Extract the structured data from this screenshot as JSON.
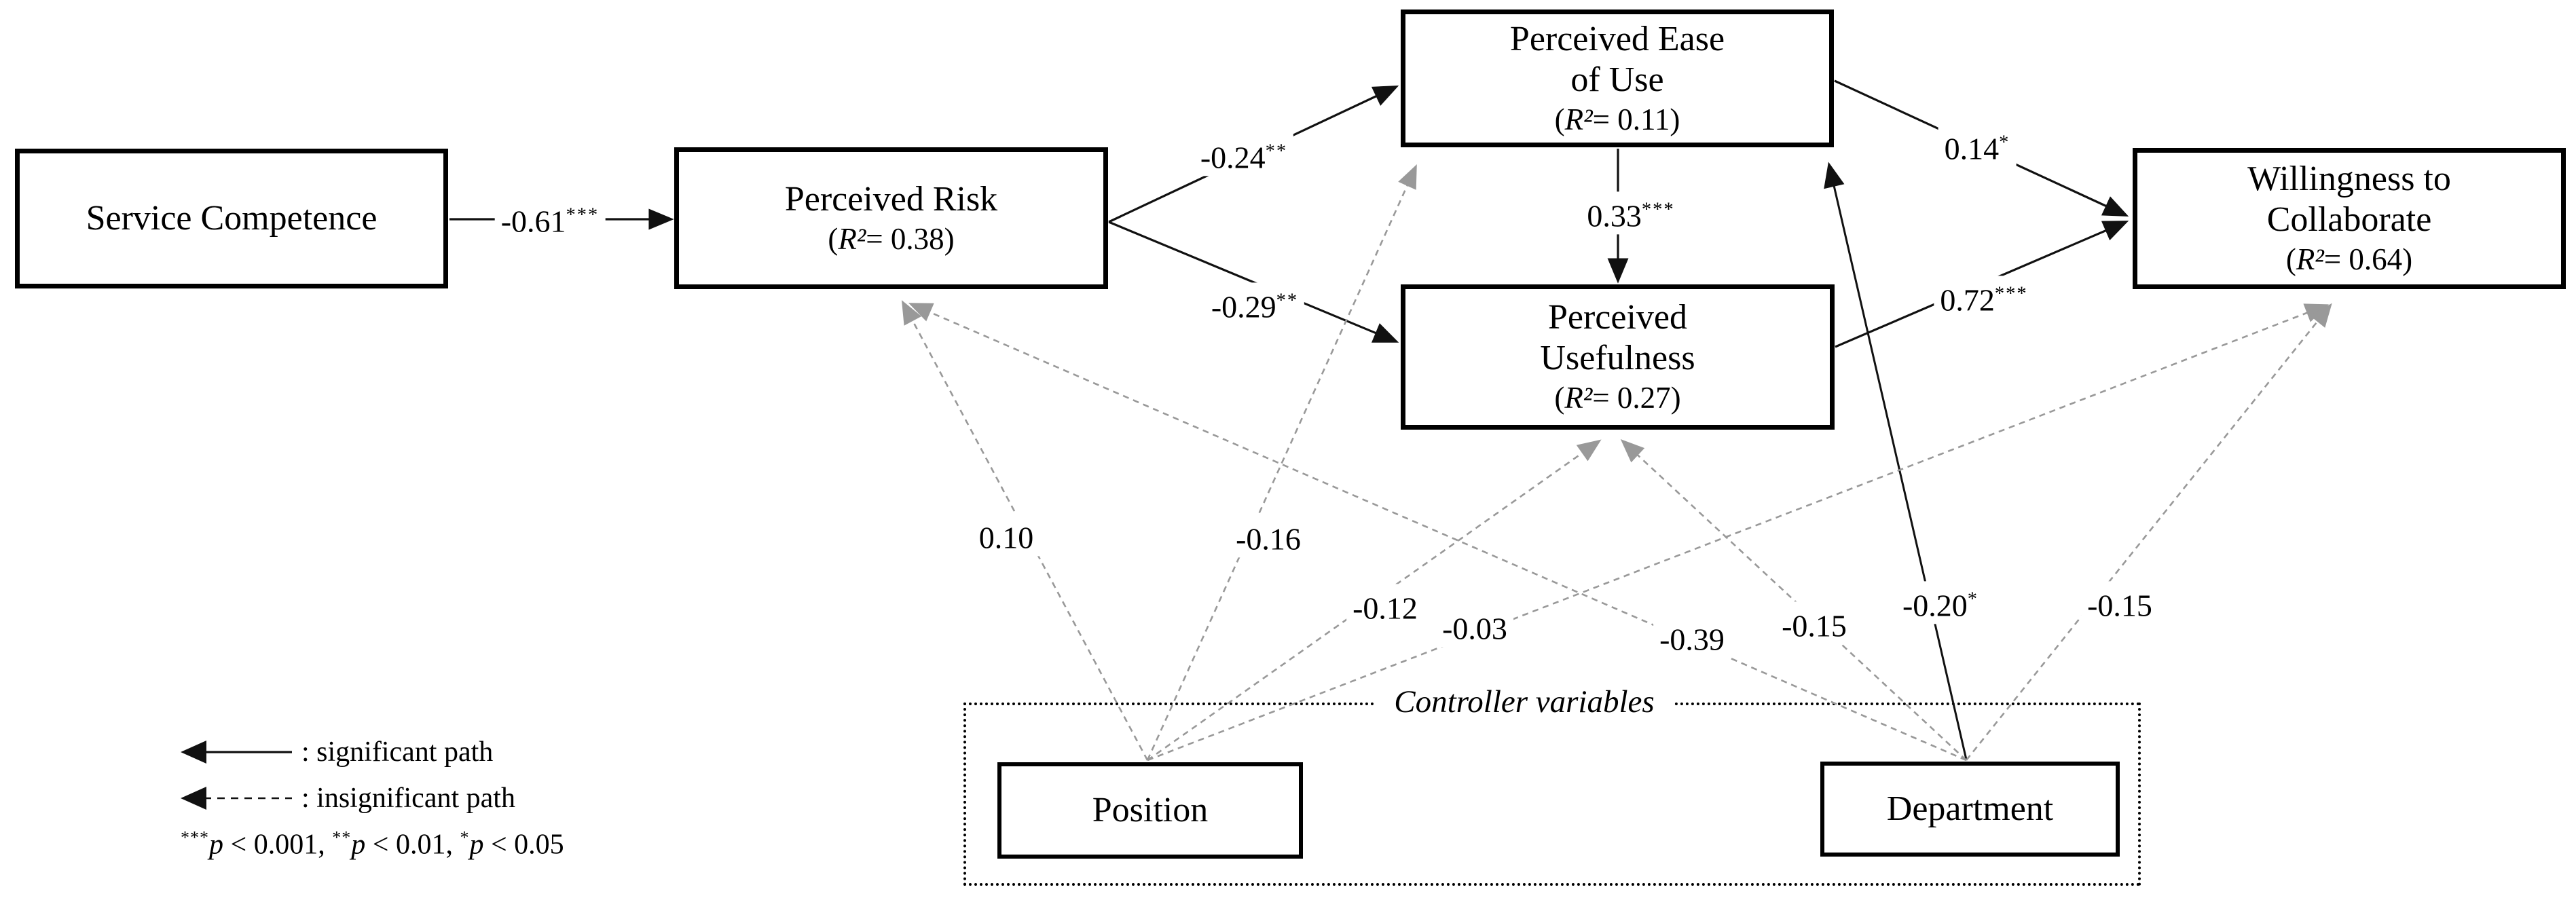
{
  "boxes": {
    "service_competence": {
      "title": "Service Competence"
    },
    "perceived_risk": {
      "title": "Perceived Risk",
      "r2_open": "(",
      "r2_sym": "R²",
      "r2_rest": "= 0.38)"
    },
    "perceived_ease": {
      "title1": "Perceived Ease",
      "title2": "of Use",
      "r2_open": "(",
      "r2_sym": "R²",
      "r2_rest": "= 0.11)"
    },
    "perceived_usefulness": {
      "title1": "Perceived",
      "title2": "Usefulness",
      "r2_open": "(",
      "r2_sym": "R²",
      "r2_rest": "= 0.27)"
    },
    "willingness": {
      "title1": "Willingness to",
      "title2": "Collaborate",
      "r2_open": "(",
      "r2_sym": "R²",
      "r2_rest": "= 0.64)"
    },
    "position": {
      "title": "Position"
    },
    "department": {
      "title": "Department"
    }
  },
  "controller_group_label": "Controller variables",
  "paths": [
    {
      "from": "Service Competence",
      "to": "Perceived Risk",
      "value": "-0.61",
      "stars": "***",
      "style": "solid"
    },
    {
      "from": "Perceived Risk",
      "to": "Perceived Ease of Use",
      "value": "-0.24",
      "stars": "**",
      "style": "solid"
    },
    {
      "from": "Perceived Risk",
      "to": "Perceived Usefulness",
      "value": "-0.29",
      "stars": "**",
      "style": "solid"
    },
    {
      "from": "Perceived Ease of Use",
      "to": "Perceived Usefulness",
      "value": "0.33",
      "stars": "***",
      "style": "solid"
    },
    {
      "from": "Perceived Ease of Use",
      "to": "Willingness to Collaborate",
      "value": "0.14",
      "stars": "*",
      "style": "solid"
    },
    {
      "from": "Perceived Usefulness",
      "to": "Willingness to Collaborate",
      "value": "0.72",
      "stars": "***",
      "style": "solid"
    },
    {
      "from": "Position",
      "to": "Perceived Risk",
      "value": "0.10",
      "stars": "",
      "style": "dashed"
    },
    {
      "from": "Position",
      "to": "Perceived Ease of Use",
      "value": "-0.16",
      "stars": "",
      "style": "dashed"
    },
    {
      "from": "Position",
      "to": "Perceived Usefulness",
      "value": "-0.12",
      "stars": "",
      "style": "dashed"
    },
    {
      "from": "Position",
      "to": "Willingness to Collaborate",
      "value": "-0.03",
      "stars": "",
      "style": "dashed"
    },
    {
      "from": "Department",
      "to": "Perceived Risk",
      "value": "-0.39",
      "stars": "",
      "style": "dashed"
    },
    {
      "from": "Department",
      "to": "Perceived Usefulness",
      "value": "-0.15",
      "stars": "",
      "style": "dashed"
    },
    {
      "from": "Department",
      "to": "Perceived Ease of Use",
      "value": "-0.20",
      "stars": "*",
      "style": "solid"
    },
    {
      "from": "Department",
      "to": "Willingness to Collaborate",
      "value": "-0.15",
      "stars": "",
      "style": "dashed"
    }
  ],
  "legend": {
    "significant": ": significant path",
    "insignificant": ": insignificant path",
    "note": [
      {
        "stars": "***",
        "p": "p",
        "rest": " < 0.001, "
      },
      {
        "stars": "**",
        "p": "p",
        "rest": " < 0.01, "
      },
      {
        "stars": "*",
        "p": "p",
        "rest": " < 0.05"
      }
    ]
  },
  "colors": {
    "significant_path": "#111111",
    "insignificant_path": "#999999",
    "box_border": "#000000",
    "background": "#ffffff"
  }
}
